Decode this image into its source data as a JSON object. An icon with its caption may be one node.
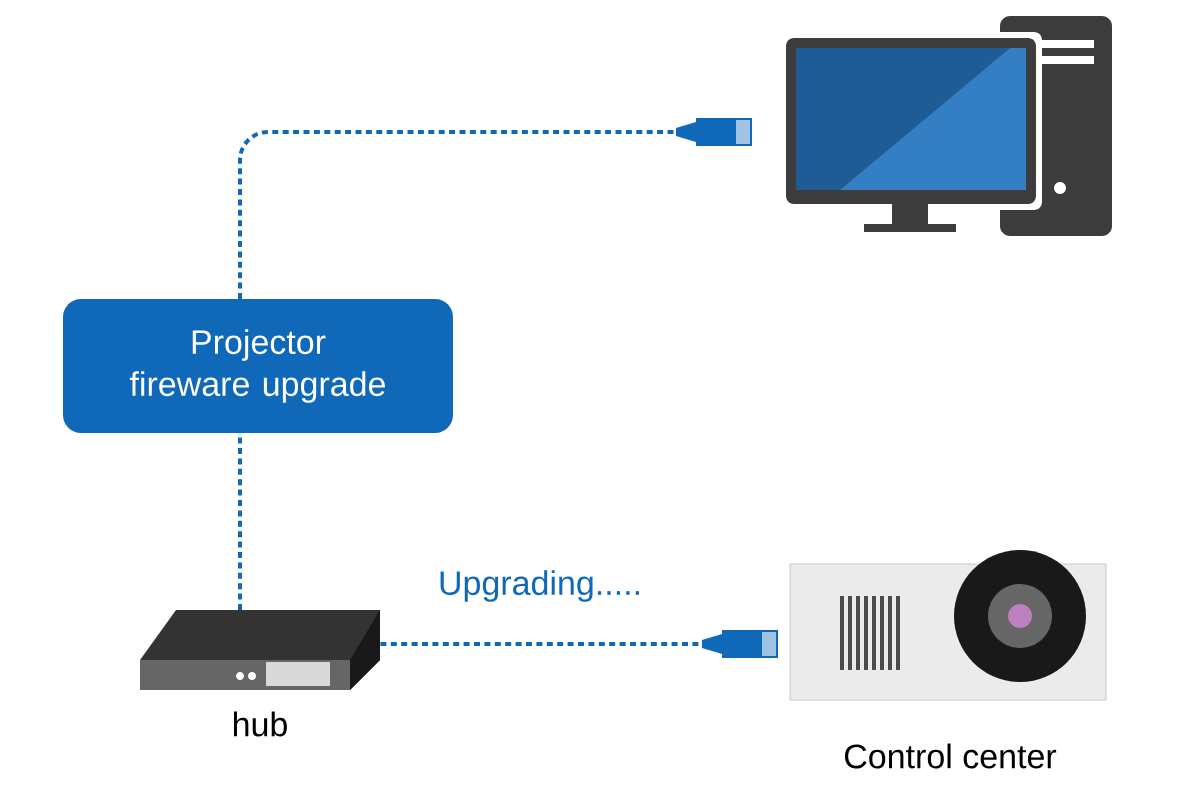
{
  "diagram": {
    "nodes": [
      {
        "text": [],
        "shape": "picture"
      },
      {
        "text": [
          "Projector fireware upgrade"
        ]
      },
      {
        "text": [],
        "shape": "picture",
        "beside": [
          "hub"
        ]
      },
      {
        "text": [],
        "shape": "picture",
        "beside": [
          "Control center"
        ]
      }
    ],
    "edges": [
      {
        "from": 1,
        "to": 0,
        "arrow": "other",
        "style": "dashed"
      },
      {
        "from": 2,
        "to": 1,
        "arrow": "none",
        "style": "dashed"
      },
      {
        "from": 2,
        "to": 3,
        "arrow": "other",
        "style": "dashed",
        "label": "Upgrading....."
      }
    ]
  }
}
